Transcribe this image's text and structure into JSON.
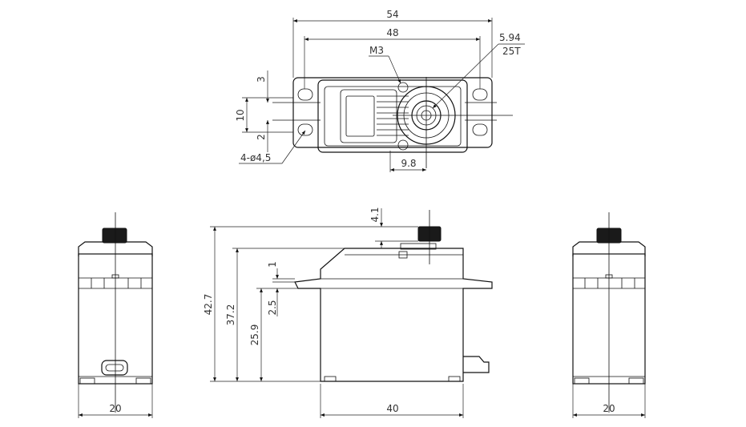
{
  "top_view": {
    "dims": {
      "overall_width": "54",
      "hole_spacing": "48",
      "spline_diameter": "5.94",
      "spline_teeth": "25T",
      "screw_thread": "M3",
      "mount_offset_top": "3",
      "mount_offset_bottom": "2",
      "mount_height": "10",
      "holes": "4-ø4,5",
      "output_offset": "9.8"
    }
  },
  "side_view": {
    "dims": {
      "total_height": "42.7",
      "body_height": "37.2",
      "flange_height": "25.9",
      "horn_height": "4.1",
      "flange_offset": "1",
      "flange_thickness": "2.5",
      "body_length": "40"
    }
  },
  "left_view": {
    "width": "20"
  },
  "right_view": {
    "width": "20"
  },
  "colors": {
    "line": "#111111",
    "dimension_text": "#333333",
    "background": "#ffffff"
  }
}
